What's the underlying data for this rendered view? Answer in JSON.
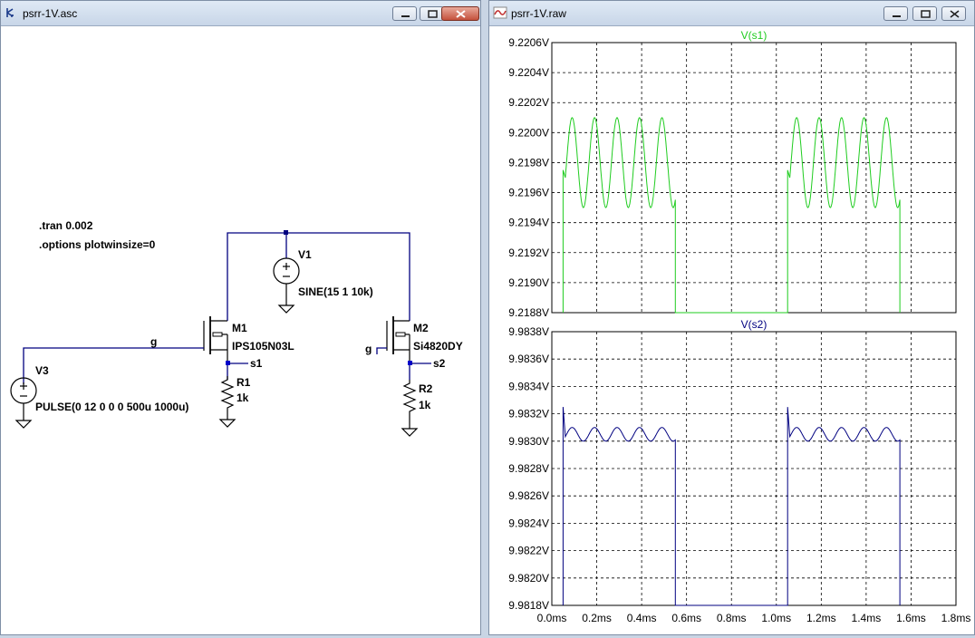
{
  "left_window": {
    "title": "psrr-1V.asc",
    "icon": "ltspice-schematic-icon",
    "controls": [
      "minimize-icon",
      "maximize-icon",
      "close-icon"
    ]
  },
  "right_window": {
    "title": "psrr-1V.raw",
    "icon": "waveform-icon",
    "controls": [
      "minimize-icon",
      "maximize-icon",
      "close-icon"
    ]
  },
  "schematic": {
    "directives": [
      ".tran 0.002",
      ".options plotwinsize=0"
    ],
    "V1": {
      "name": "V1",
      "value": "SINE(15 1 10k)"
    },
    "V3": {
      "name": "V3",
      "value": "PULSE(0 12 0 0 0 500u 1000u)"
    },
    "M1": {
      "name": "M1",
      "model": "IPS105N03L"
    },
    "M2": {
      "name": "M2",
      "model": "Si4820DY"
    },
    "R1": {
      "name": "R1",
      "value": "1k"
    },
    "R2": {
      "name": "R2",
      "value": "1k"
    },
    "nets": {
      "g1": "g",
      "g2": "g",
      "s1": "s1",
      "s2": "s2"
    },
    "wire_color": "#000080",
    "component_color": "#000000"
  },
  "chart_data": [
    {
      "type": "line",
      "title": "V(s1)",
      "color": "#1fcc1f",
      "x_ticks": [
        "0.0ms",
        "0.2ms",
        "0.4ms",
        "0.6ms",
        "0.8ms",
        "1.0ms",
        "1.2ms",
        "1.4ms",
        "1.6ms",
        "1.8ms"
      ],
      "y_ticks": [
        "9.2206V",
        "9.2204V",
        "9.2202V",
        "9.2200V",
        "9.2198V",
        "9.2196V",
        "9.2194V",
        "9.2192V",
        "9.2190V",
        "9.2188V"
      ],
      "xlim_ms": [
        0.0,
        1.8
      ],
      "ylim": [
        9.2188,
        9.2206
      ],
      "grid": true,
      "pulses": [
        {
          "start_ms": 0.05,
          "end_ms": 0.55,
          "mean": 9.2198,
          "amplitude": 0.0003,
          "freq_khz": 10,
          "start_spike": 9.21975
        }
      ],
      "pulse_period_ms": 1.0,
      "baseline": 9.2188
    },
    {
      "type": "line",
      "title": "V(s2)",
      "color": "#000080",
      "x_ticks": [
        "0.0ms",
        "0.2ms",
        "0.4ms",
        "0.6ms",
        "0.8ms",
        "1.0ms",
        "1.2ms",
        "1.4ms",
        "1.6ms",
        "1.8ms"
      ],
      "y_ticks": [
        "9.9838V",
        "9.9836V",
        "9.9834V",
        "9.9832V",
        "9.9830V",
        "9.9828V",
        "9.9826V",
        "9.9824V",
        "9.9822V",
        "9.9820V",
        "9.9818V"
      ],
      "xlim_ms": [
        0.0,
        1.8
      ],
      "ylim": [
        9.9818,
        9.9838
      ],
      "grid": true,
      "pulses": [
        {
          "start_ms": 0.05,
          "end_ms": 0.55,
          "mean": 9.98305,
          "amplitude": 5e-05,
          "freq_khz": 10,
          "start_spike": 9.98325
        }
      ],
      "pulse_period_ms": 1.0,
      "baseline": 9.9818
    }
  ]
}
